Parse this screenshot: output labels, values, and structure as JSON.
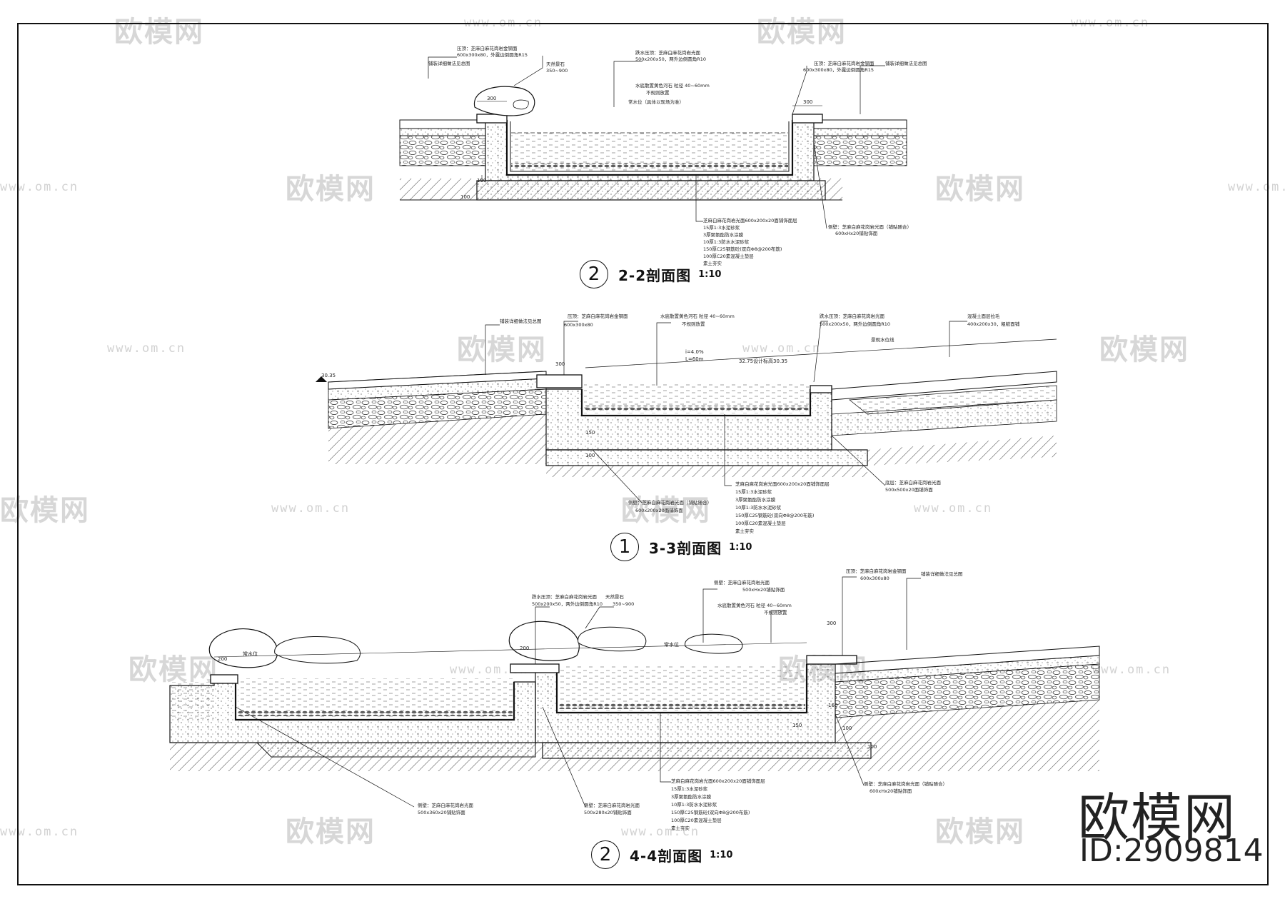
{
  "watermark": {
    "brand": "欧模网",
    "url": "www.om.cn"
  },
  "logo": {
    "brand": "欧模网",
    "id": "ID:2909814"
  },
  "sections": [
    {
      "number": "2",
      "title": "2-2剖面图",
      "scale": "1:10"
    },
    {
      "number": "1",
      "title": "3-3剖面图",
      "scale": "1:10"
    },
    {
      "number": "2",
      "title": "4-4剖面图",
      "scale": "1:10"
    }
  ],
  "notes_s22": {
    "top1": "压顶：芝麻白麻花岗岩金钢面",
    "top1b": "600x300x80，外露边倒圆角R15",
    "rock": "天然景石",
    "rock_b": "350~900",
    "wall": "跌水压顶：芝麻白麻花岗岩光面",
    "wall_b": "500x200x50，两外边倒圆角R10",
    "pebble": "水底散置黄色河石 粒径 40~60mm",
    "pebble_b": "不规则放置",
    "level": "常水位（具体以现场为准）",
    "right1": "压顶：芝麻白麻花岗岩金钢面",
    "right1b": "600x300x80，外露边倒圆角R15",
    "right2": "铺装详细做法见总图",
    "left2": "铺装详细做法见总图",
    "layers": [
      "芝麻白麻花岗岩光面600x200x20面铺饰面层",
      "15厚1:3水泥砂浆",
      "3厚聚氨酯防水涂膜",
      "10厚1:3防水水泥砂浆",
      "150厚C25钢筋砼(双向Φ8@200布筋)",
      "100厚C20素混凝土垫层",
      "素土夯实"
    ],
    "side": "侧壁：芝麻白麻花岗岩光面（铺贴随合）",
    "side_b": "600xHx20铺贴饰面",
    "dims": [
      "300",
      "300",
      "100",
      "100",
      "350~900"
    ]
  },
  "notes_s33": {
    "a": "铺装详细做法见总图",
    "b": "压顶：芝麻白麻花岗岩金钢面",
    "b2": "600x300x80",
    "c": "水底散置黄色河石 粒径 40~60mm",
    "c2": "不规则放置",
    "d": "跌水压顶：芝麻白麻花岗岩光面",
    "d2": "500x200x50，两外边倒圆角R10",
    "e": "混凝土面层拉毛",
    "e2": "400x200x30，粗糙面铺",
    "f": "景观水位线",
    "slope": "i=4.0%",
    "length": "L=60m",
    "level1": "32.75设计标高30.35",
    "level2": "30.35",
    "bottom": "底层：芝麻白麻花岗岩光面",
    "bottom_b": "500x500x20面铺饰面",
    "side": "侧壁：芝麻白麻花岗岩光面（铺贴随合）",
    "side_b": "600x200x20面铺饰面",
    "layers": [
      "芝麻白麻花岗岩光面600x200x20面铺饰面层",
      "15厚1:3水泥砂浆",
      "3厚聚氨酯防水涂膜",
      "10厚1:3防水水泥砂浆",
      "150厚C25钢筋砼(双向Φ8@200布筋)",
      "100厚C20素混凝土垫层",
      "素土夯实"
    ],
    "dims": [
      "300",
      "150",
      "100"
    ]
  },
  "notes_s44": {
    "a": "跌水压顶：芝麻白麻花岗岩光面",
    "a2": "500x200x50，两外边倒圆角R10",
    "b": "天然景石",
    "b2": "350~900",
    "c": "侧壁：芝麻白麻花岗岩光面",
    "c2": "500xHx20铺贴饰面",
    "d": "水底散置黄色河石 粒径 40~60mm",
    "d2": "不规则放置",
    "e": "压顶：芝麻白麻花岗岩金钢面",
    "e2": "600x300x80",
    "f": "铺装详细做法见总图",
    "g": "侧壁：芝麻白麻花岗岩光面",
    "g2": "500x360x20铺贴饰面",
    "h": "侧壁：芝麻白麻花岗岩光面",
    "h2": "500x280x20铺贴饰面",
    "i": "侧壁：芝麻白麻花岗岩光面（铺贴随合）",
    "i2": "600xHx20铺贴饰面",
    "level": "常水位",
    "layers": [
      "芝麻白麻花岗岩光面600x200x20面铺饰面层",
      "15厚1:3水泥砂浆",
      "3厚聚氨酯防水涂膜",
      "10厚1:3防水水泥砂浆",
      "150厚C25钢筋砼(双向Φ8@200布筋)",
      "100厚C20素混凝土垫层",
      "素土夯实"
    ],
    "dims": [
      "300",
      "200",
      "200",
      "150",
      "100",
      "100",
      "160"
    ]
  }
}
